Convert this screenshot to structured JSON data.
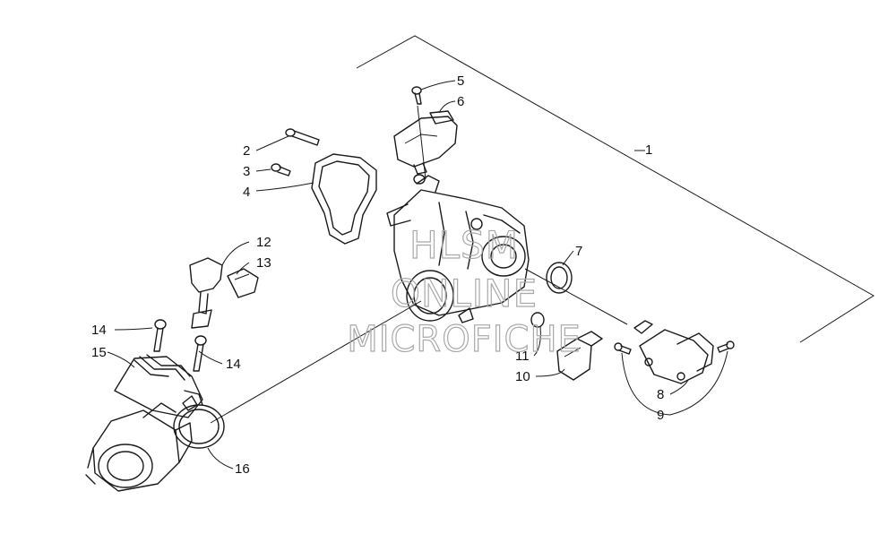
{
  "watermark": {
    "line1": "HLSM",
    "line2": "ONLINE",
    "line3": "MICROFICHE"
  },
  "callouts": {
    "c1": "1",
    "c2": "2",
    "c3": "3",
    "c4": "4",
    "c5": "5",
    "c6": "6",
    "c7": "7",
    "c8": "8",
    "c9": "9",
    "c10": "10",
    "c11": "11",
    "c12": "12",
    "c13": "13",
    "c14a": "14",
    "c14b": "14",
    "c15": "15",
    "c16": "16"
  },
  "colors": {
    "line": "#1a1a1a",
    "watermark": "#a9a9a9",
    "background": "#ffffff"
  }
}
